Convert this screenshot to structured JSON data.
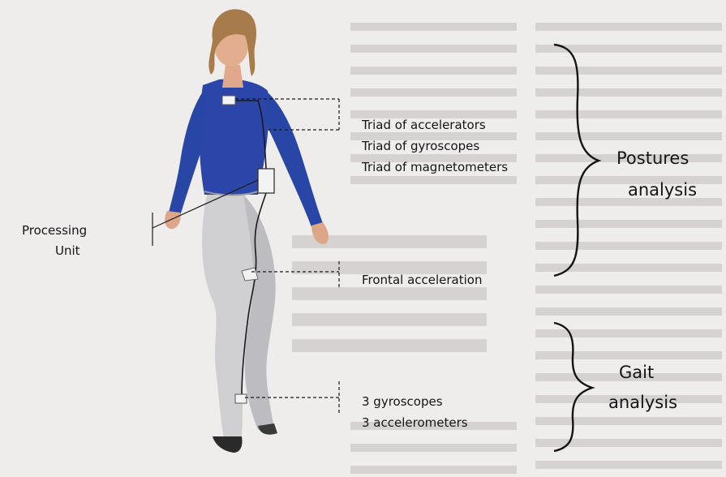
{
  "sensor_labels": {
    "accelerators": "Triad of accelerators",
    "gyroscopes": "Triad of gyroscopes",
    "magnetometers": "Triad of magnetometers",
    "frontal": "Frontal acceleration",
    "gyro3": "3 gyroscopes",
    "accel3": "3 accelerometers"
  },
  "processing_unit": {
    "line1": "Processing",
    "line2": "Unit"
  },
  "groups": {
    "postures": {
      "line1": "Postures",
      "line2": "analysis"
    },
    "gait": {
      "line1": "Gait",
      "line2": "analysis"
    }
  },
  "colors": {
    "shirt": "#2b45a8",
    "pants": "#c9c8cb",
    "skin": "#e0a98c",
    "hair": "#a87c4a",
    "background": "#efecec",
    "faded_text": "#c9c5c5"
  }
}
